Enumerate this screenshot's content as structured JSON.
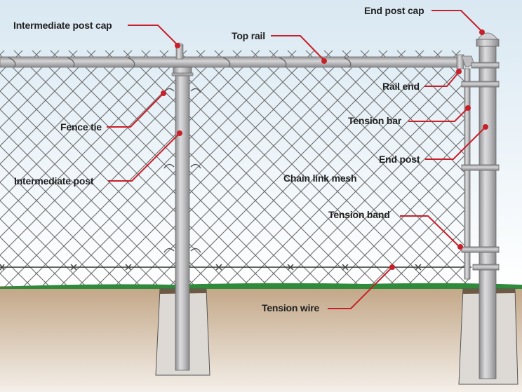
{
  "diagram": {
    "title": "Chain link fence components",
    "colors": {
      "sky_top": "#d9e8f2",
      "sky_bottom": "#ffffff",
      "soil_top": "#c2a686",
      "soil_bottom": "#f4efe9",
      "grass": "#2f8a3c",
      "concrete": "#dddad6",
      "metal": "#b9b9bb",
      "leader": "#c8202a",
      "label_text": "#222222"
    },
    "labels": [
      {
        "id": "intermediate-post-cap",
        "text": "Intermediate post cap"
      },
      {
        "id": "top-rail",
        "text": "Top rail"
      },
      {
        "id": "end-post-cap",
        "text": "End post cap"
      },
      {
        "id": "rail-end",
        "text": "Rail end"
      },
      {
        "id": "tension-bar",
        "text": "Tension bar"
      },
      {
        "id": "fence-tie",
        "text": "Fence tie"
      },
      {
        "id": "end-post",
        "text": "End post"
      },
      {
        "id": "intermediate-post",
        "text": "Intermediate post"
      },
      {
        "id": "chain-link-mesh",
        "text": "Chain link mesh"
      },
      {
        "id": "tension-band",
        "text": "Tension band"
      },
      {
        "id": "tension-wire",
        "text": "Tension wire"
      }
    ]
  }
}
